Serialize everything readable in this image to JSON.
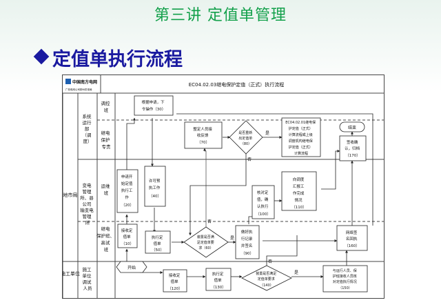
{
  "slide": {
    "header_title": "第三讲    定值单管理",
    "subtitle": "定值单执行流程"
  },
  "diagram": {
    "logo_line1": "中国南方电网",
    "logo_line2": "广西电网公司柳州供电局",
    "title": "EC04.02.03继电保护定值（正式）执行流程",
    "lanes": {
      "region_city": "地市局",
      "region_construction": "施工单位",
      "dispatch_group": [
        "系统",
        "运行",
        "部",
        "（调",
        "度）"
      ],
      "substation_group": [
        "变电",
        "管理",
        "所、县",
        "公司",
        "输变电",
        "管理",
        "所"
      ],
      "construction_group": [
        "施工",
        "单位",
        "调试",
        "人员"
      ],
      "dispatch_shift": [
        "调控",
        "班"
      ],
      "relay_specialist": [
        "继电",
        "保护",
        "专责"
      ],
      "operation_shift": [
        "运维",
        "班"
      ],
      "relay_maint": [
        "继电",
        "保护班、",
        "高试",
        "班"
      ]
    },
    "nodes": {
      "n30": [
        "根据申请，下",
        "令操作（30）"
      ],
      "n70": [
        "整定人员接",
        "收反馈",
        "（70）"
      ],
      "d80": [
        "是否重新",
        "出定值单",
        "（80）"
      ],
      "note_top": [
        "EC04.02.01继电保",
        "护定值（正式）",
        "计算流程或上级",
        "调度机构继电保",
        "护定值（正式）",
        "计算流程"
      ],
      "end": "结束",
      "n170": [
        "签收确",
        "认，归档",
        "（170）"
      ],
      "n20": [
        "申请开",
        "始定值",
        "执行工",
        "作",
        "（20）"
      ],
      "n40": [
        "许可预",
        "执工作",
        "（40）"
      ],
      "n110": [
        "向调度",
        "汇报工",
        "作完成",
        "情况",
        "（110）"
      ],
      "n100": [
        "核对定",
        "值，确",
        "认执行",
        "（100）"
      ],
      "n10": [
        "接收定",
        "值单",
        "（10）"
      ],
      "n50": [
        "执行定",
        "值单",
        "（50）"
      ],
      "d60": [
        "装置是否满",
        "足定值单要",
        "求（60）"
      ],
      "n90": [
        "做好执",
        "行记录",
        "并签名",
        "（90）"
      ],
      "n160": [
        "网络签",
        "名回执",
        "（160）"
      ],
      "start": "开始",
      "n120": [
        "接收定",
        "值单",
        "（120）"
      ],
      "n130": [
        "执行定",
        "值单",
        "（130）"
      ],
      "d140": [
        "装置是否满足",
        "定值单要求",
        "（140）"
      ],
      "n150": [
        "与运行人员、保",
        "护班接收人员核",
        "对定值执行情况",
        "（150）"
      ]
    },
    "labels": {
      "yes": "是",
      "no": "否"
    }
  }
}
